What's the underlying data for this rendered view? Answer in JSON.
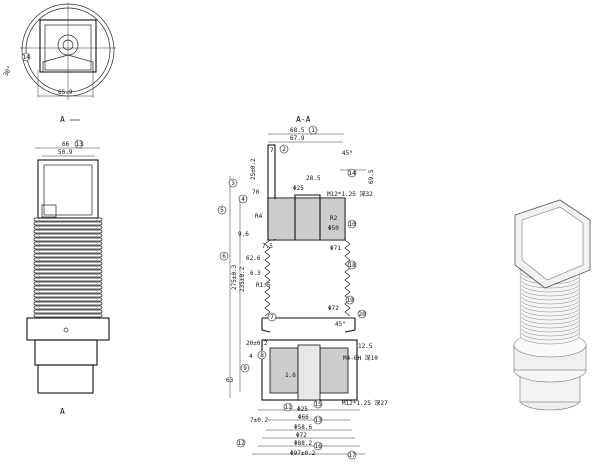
{
  "view_labels": {
    "section_arrow_top": "A",
    "section_arrow_bottom": "A",
    "section_title": "A-A"
  },
  "top_view": {
    "width": "65.9",
    "angle": "30°",
    "balloon": "14"
  },
  "front_view": {
    "outer_width": "66",
    "inner_width": "50.9",
    "balloon": "13"
  },
  "section": {
    "dims": {
      "d1": "68.5",
      "d2": "67.9",
      "d3": "7",
      "d4": "28.5",
      "d5": "Φ25",
      "thread_top": "M12*1.25 深32",
      "d6": "70",
      "d7": "25±0.2",
      "d8": "R4",
      "d9": "R2",
      "d10": "Φ50",
      "d11": "9.6",
      "d12": "7.5",
      "d13": "Φ71",
      "d14": "62.6",
      "d15": "R1.5",
      "d16": "6.3",
      "d17": "275±0.3",
      "d18": "235±0.2",
      "d19": "Φ72",
      "d20": "45°",
      "d21": "63",
      "d22": "20±0.2",
      "d23": "4",
      "d24": "1.6",
      "d25": "M4-6H 深10",
      "d26": "12.5",
      "d27": "7±0.2",
      "d28": "Φ25",
      "thread_bottom": "M12*1.25 深27",
      "d29": "Φ66",
      "d30": "Φ58.6",
      "d31": "Φ72",
      "d32": "Φ88.2",
      "d33": "Φ97±0.2",
      "d34": "69.5",
      "d35": "45°"
    },
    "balloons": [
      "1",
      "2",
      "3",
      "4",
      "5",
      "6",
      "7",
      "8",
      "9",
      "10",
      "11",
      "12",
      "13",
      "14",
      "15",
      "16",
      "17",
      "18",
      "19",
      "20"
    ]
  }
}
